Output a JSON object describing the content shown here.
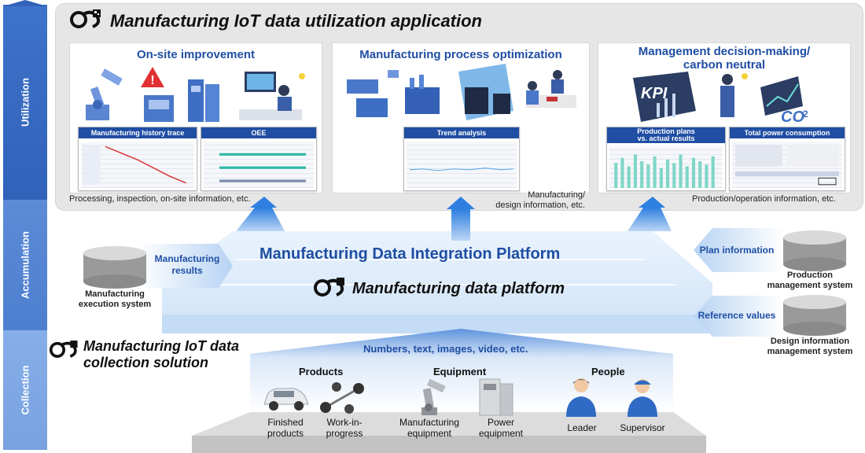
{
  "bands": {
    "utilization": "Utilization",
    "accumulation": "Accumulation",
    "collection": "Collection"
  },
  "app": {
    "title": "Manufacturing IoT data utilization application",
    "panels": [
      {
        "title": "On-site improvement",
        "screens": [
          "Manufacturing history trace",
          "OEE"
        ],
        "caption": "Processing, inspection, on-site information, etc."
      },
      {
        "title": "Manufacturing process optimization",
        "screens": [
          "Trend analysis"
        ],
        "caption_line1": "Manufacturing/",
        "caption_line2": "design information, etc."
      },
      {
        "title_line1": "Management decision-making/",
        "title_line2": "carbon neutral",
        "kpi": "KPI",
        "co2": "CO",
        "co2_sub": "2",
        "screens_line1": "Production plans",
        "screens_line2": "vs. actual results",
        "screen2": "Total power consumption",
        "caption": "Production/operation information, etc."
      }
    ]
  },
  "platform": {
    "title": "Manufacturing Data Integration Platform",
    "subtitle": "Manufacturing data platform",
    "left_system_line1": "Manufacturing",
    "left_system_line2": "execution system",
    "left_flow_line1": "Manufacturing",
    "left_flow_line2": "results",
    "right_flow_1": "Plan information",
    "right_system_1_line1": "Production",
    "right_system_1_line2": "management system",
    "right_flow_2": "Reference values",
    "right_system_2_line1": "Design information",
    "right_system_2_line2": "management system"
  },
  "collection": {
    "title_line1": "Manufacturing IoT data",
    "title_line2": "collection solution",
    "data_types": "Numbers, text, images, video, etc.",
    "groups": {
      "products": "Products",
      "equipment": "Equipment",
      "people": "People"
    },
    "items": {
      "finished_line1": "Finished",
      "finished_line2": "products",
      "wip_line1": "Work-in-",
      "wip_line2": "progress",
      "mfg_equip_line1": "Manufacturing",
      "mfg_equip_line2": "equipment",
      "power_equip_line1": "Power",
      "power_equip_line2": "equipment",
      "leader": "Leader",
      "supervisor": "Supervisor"
    }
  },
  "colors": {
    "accent": "#1f4ea3",
    "band_dark": "#2f62b8",
    "band_light": "#78a2e0"
  }
}
